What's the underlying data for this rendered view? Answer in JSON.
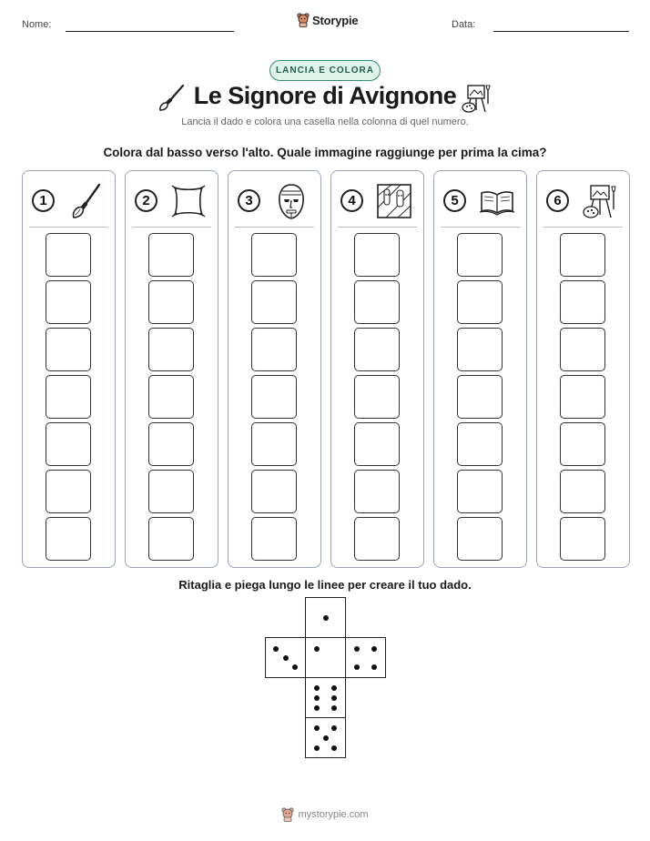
{
  "header": {
    "name_label": "Nome:",
    "date_label": "Data:",
    "brand": "Storypie"
  },
  "badge": "LANCIA E COLORA",
  "title": "Le Signore di Avignone",
  "subtitle": "Lancia il dado e colora una casella nella colonna di quel numero.",
  "instruction": "Colora dal basso verso l'alto. Quale immagine raggiunge per prima la cima?",
  "columns": [
    {
      "number": "1",
      "icon": "paintbrush-icon"
    },
    {
      "number": "2",
      "icon": "canvas-icon"
    },
    {
      "number": "3",
      "icon": "mask-icon"
    },
    {
      "number": "4",
      "icon": "cubist-painting-icon"
    },
    {
      "number": "5",
      "icon": "book-icon"
    },
    {
      "number": "6",
      "icon": "easel-palette-icon"
    }
  ],
  "boxes_per_column": 7,
  "cut_instruction": "Ritaglia e piega lungo le linee per creare il tuo dado.",
  "die_faces": [
    1,
    3,
    1,
    4,
    6,
    5
  ],
  "footer": "mystorypie.com",
  "colors": {
    "badge_border": "#2f8f6f",
    "badge_fill": "#dff3ea",
    "column_border": "#9aa3b8"
  }
}
